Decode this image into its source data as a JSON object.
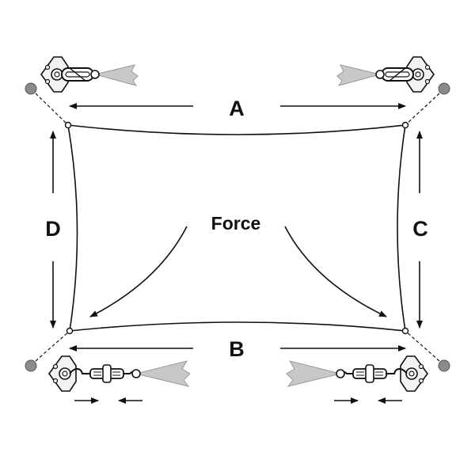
{
  "labels": {
    "top": "A",
    "bottom": "B",
    "right": "C",
    "left": "D",
    "center": "Force"
  },
  "colors": {
    "ink": "#111111",
    "anchor_post": "#8a8a8a",
    "fabric_fill": "#c8c8c8",
    "hardware": "#f2f2f2"
  },
  "icons": {
    "corner_hardware_top": "carabiner-wall-plate-icon",
    "corner_hardware_bottom": "turnbuckle-wall-plate-icon",
    "anchor": "anchor-post-icon"
  }
}
